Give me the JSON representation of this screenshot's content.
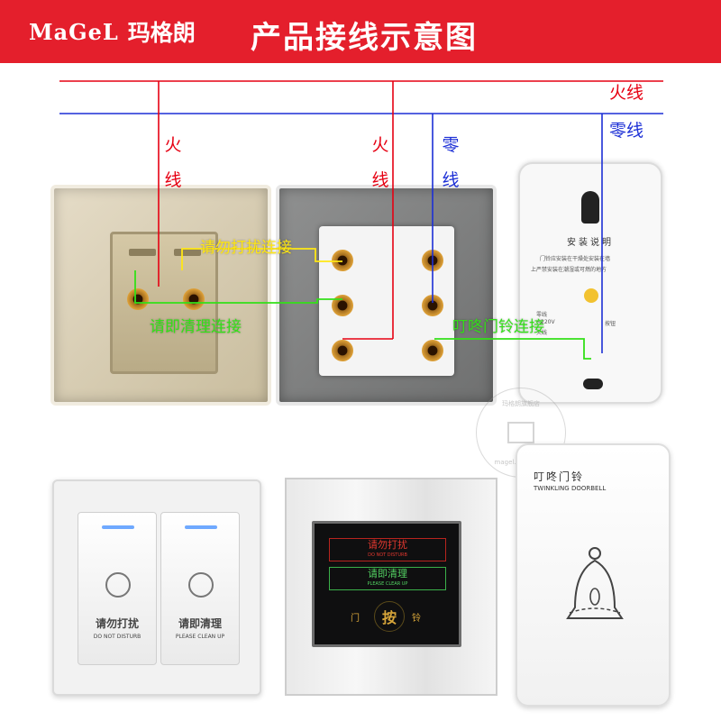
{
  "header": {
    "brand_latin": "MaGeL",
    "brand_cn": "玛格朗",
    "title": "产品接线示意图"
  },
  "wires": {
    "live_label": "火线",
    "neutral_label": "零线",
    "panel_a_live": [
      "火",
      "线"
    ],
    "panel_b_live": [
      "火",
      "线"
    ],
    "panel_b_neutral": [
      "零",
      "线"
    ],
    "connect_dnd": "请勿打扰连接",
    "connect_clean": "请即清理连接",
    "connect_bell": "叮咚门铃连接",
    "colors": {
      "live": "#e60012",
      "neutral": "#1c2fd6",
      "dnd": "#ffe714",
      "clean": "#33e018"
    }
  },
  "doorbell_back": {
    "title": "安装说明",
    "note1": "门铃应安装在干燥处安装在墙",
    "note2": "上严禁安装在潮湿或可燃的地方",
    "spec1": "零线",
    "spec2": "~220V",
    "spec3": "火线",
    "spec_tag": "按钮"
  },
  "switch_front": {
    "left_cn": "请勿打扰",
    "left_en": "DO NOT DISTURB",
    "right_cn": "请即清理",
    "right_en": "PLEASE CLEAN UP"
  },
  "glass_panel": {
    "dnd_cn": "请勿打扰",
    "dnd_en": "DO NOT DISTURB",
    "clean_cn": "请即清理",
    "clean_en": "PLEASE CLEAR UP",
    "bell_left": "门",
    "bell_button": "按",
    "bell_right": "铃"
  },
  "doorbell_front": {
    "cn": "叮咚门铃",
    "en": "TWINKLING DOORBELL"
  },
  "watermark": {
    "top": "玛格朗旗舰店",
    "bottom": "magel.tmall.com"
  }
}
